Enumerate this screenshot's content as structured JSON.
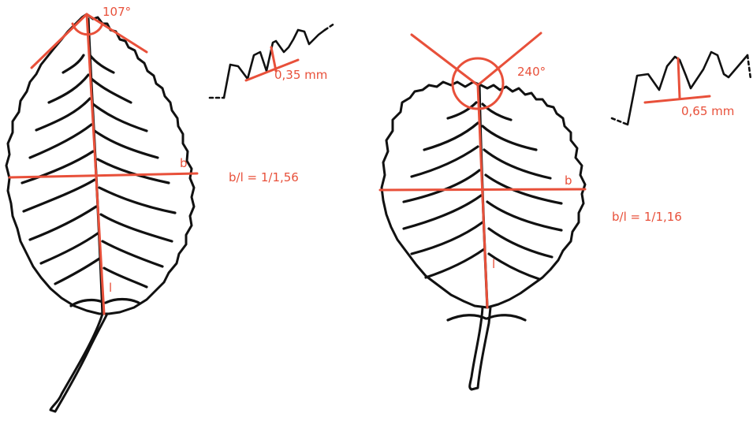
{
  "colors": {
    "accent": "#e8503a",
    "ink": "#111111",
    "background": "#ffffff"
  },
  "leaf_left": {
    "angle_label": "107°",
    "tooth_label": "0,35 mm",
    "width_mark": "b",
    "length_mark": "l",
    "ratio_label": "b/l = 1/1,56"
  },
  "leaf_right": {
    "angle_label": "240°",
    "tooth_label": "0,65 mm",
    "width_mark": "b",
    "length_mark": "l",
    "ratio_label": "b/l = 1/1,16"
  }
}
